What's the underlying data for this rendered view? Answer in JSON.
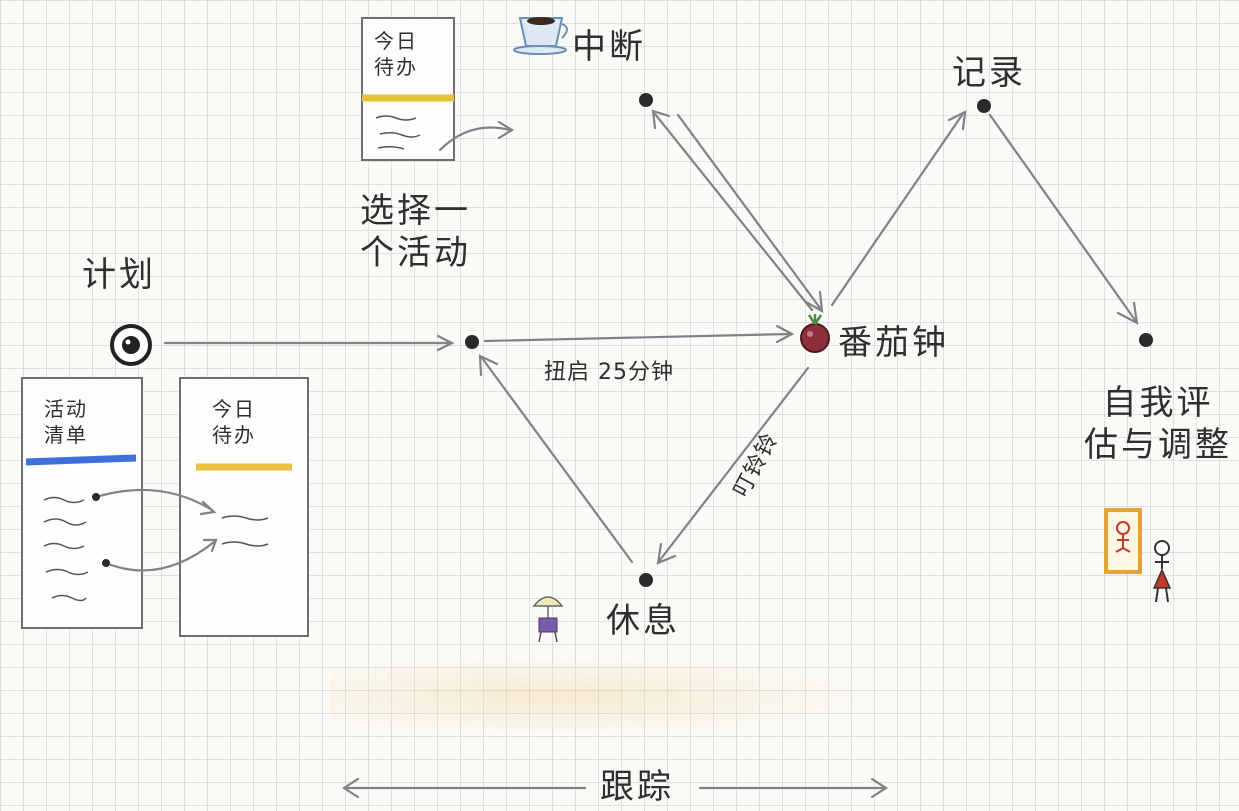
{
  "labels": {
    "interrupt": "中断",
    "record": "记录",
    "plan": "计划",
    "choose_activity": "选择一\n个活动",
    "start_timer": "扭启 25分钟",
    "pomodoro": "番茄钟",
    "ring": "叮铃铃",
    "rest": "休息",
    "self_assess": "自我评\n估与调整",
    "tracking": "跟踪"
  },
  "papers": {
    "today_todo_top": "今日\n待办",
    "activity_list": "活动\n清单",
    "today_todo_bottom": "今日\n待办"
  },
  "colors": {
    "line": "#7f8387",
    "highlight_yellow": "#e8c23a",
    "highlight_blue": "#3f6fd8",
    "tomato": "#8c2f3b",
    "stem_green": "#4f8a48",
    "coffee": "#6b8fb5",
    "umbrella": "#7a5ca8",
    "mirror_frame": "#e3a43a"
  },
  "icons": [
    "eye-icon",
    "coffee-cup-icon",
    "tomato-icon",
    "umbrella-icon",
    "mirror-person-icon"
  ]
}
